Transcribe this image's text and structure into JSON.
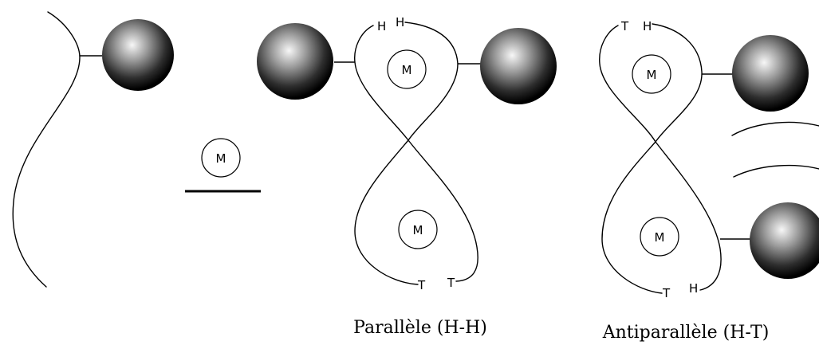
{
  "metal_label": "M",
  "ends": {
    "parallel_left_top": "H",
    "parallel_right_top": "H",
    "parallel_left_bottom": "T",
    "parallel_right_bottom": "T",
    "anti_left_top": "T",
    "anti_right_top": "H",
    "anti_left_bottom": "T",
    "anti_right_bottom": "H"
  },
  "captions": {
    "parallel": "Parallèle (H-H)",
    "antiparallel": "Antiparallèle (H-T)"
  },
  "colors": {
    "stroke": "#000000",
    "background": "#ffffff",
    "sphere_light": "#f2f2f2",
    "sphere_dark": "#000000"
  }
}
